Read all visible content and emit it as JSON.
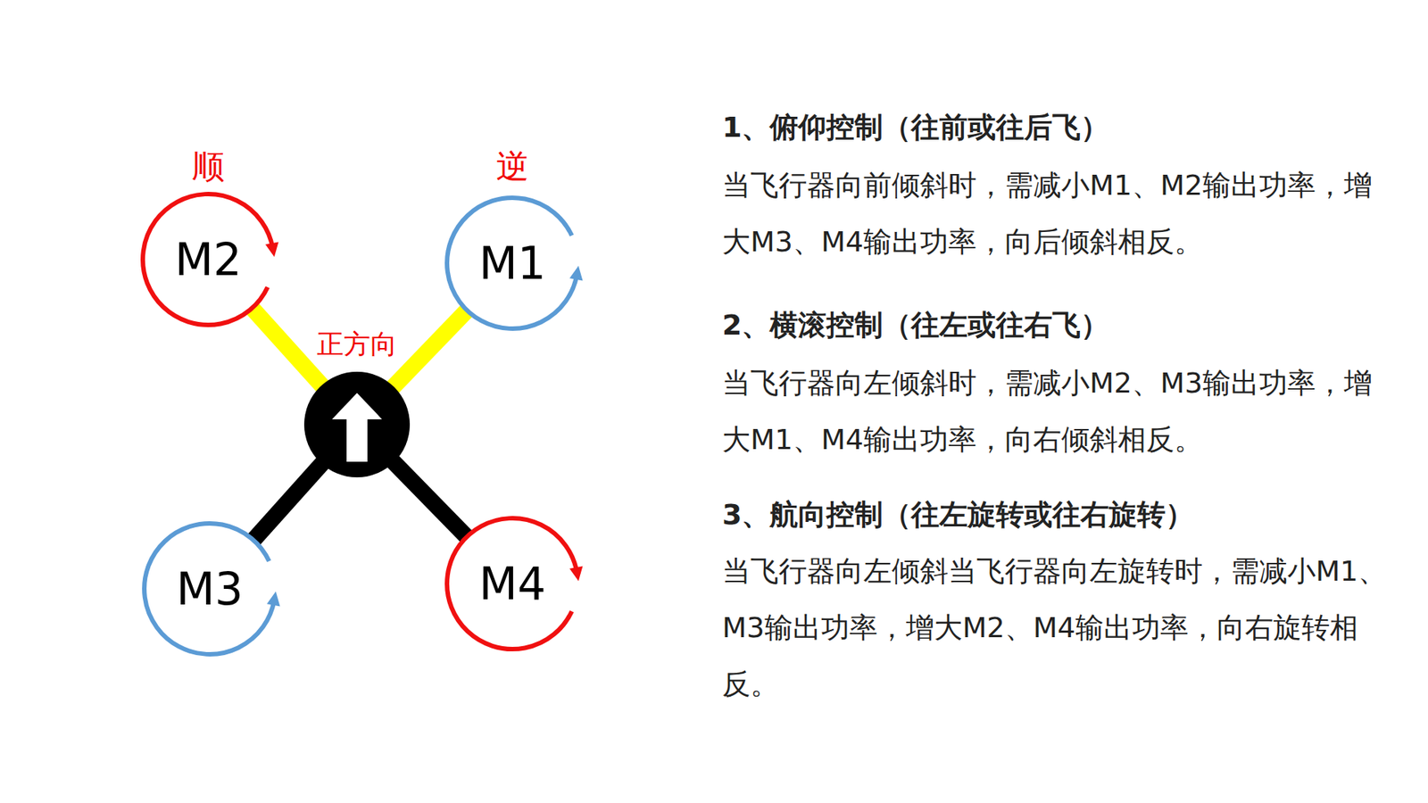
{
  "diagram": {
    "nodes": [
      {
        "text": [
          "M2"
        ]
      },
      {
        "text": [
          "M1"
        ]
      },
      {
        "text": [
          "M3"
        ]
      },
      {
        "text": [
          "M4"
        ]
      }
    ],
    "labels": [
      "顺",
      "逆",
      "正方向",
      "1、俯仰控制（往前或往后飞）",
      "当飞行器向前倾斜时，需减小M1、M2输出功率，增大M3、M4输出功率，向后倾斜相反。",
      "2、横滚控制（往左或往右飞）",
      "当飞行器向左倾斜时，需减小M2、M3输出功率，增大M1、M4输出功率，向右倾斜相反。",
      "3、航向控制（往左旋转或往右旋转）",
      "当飞行器向左倾斜当飞行器向左旋转时，需减小M1、M3输出功率，增大M2、M4输出功率，向右旋转相反。"
    ]
  }
}
